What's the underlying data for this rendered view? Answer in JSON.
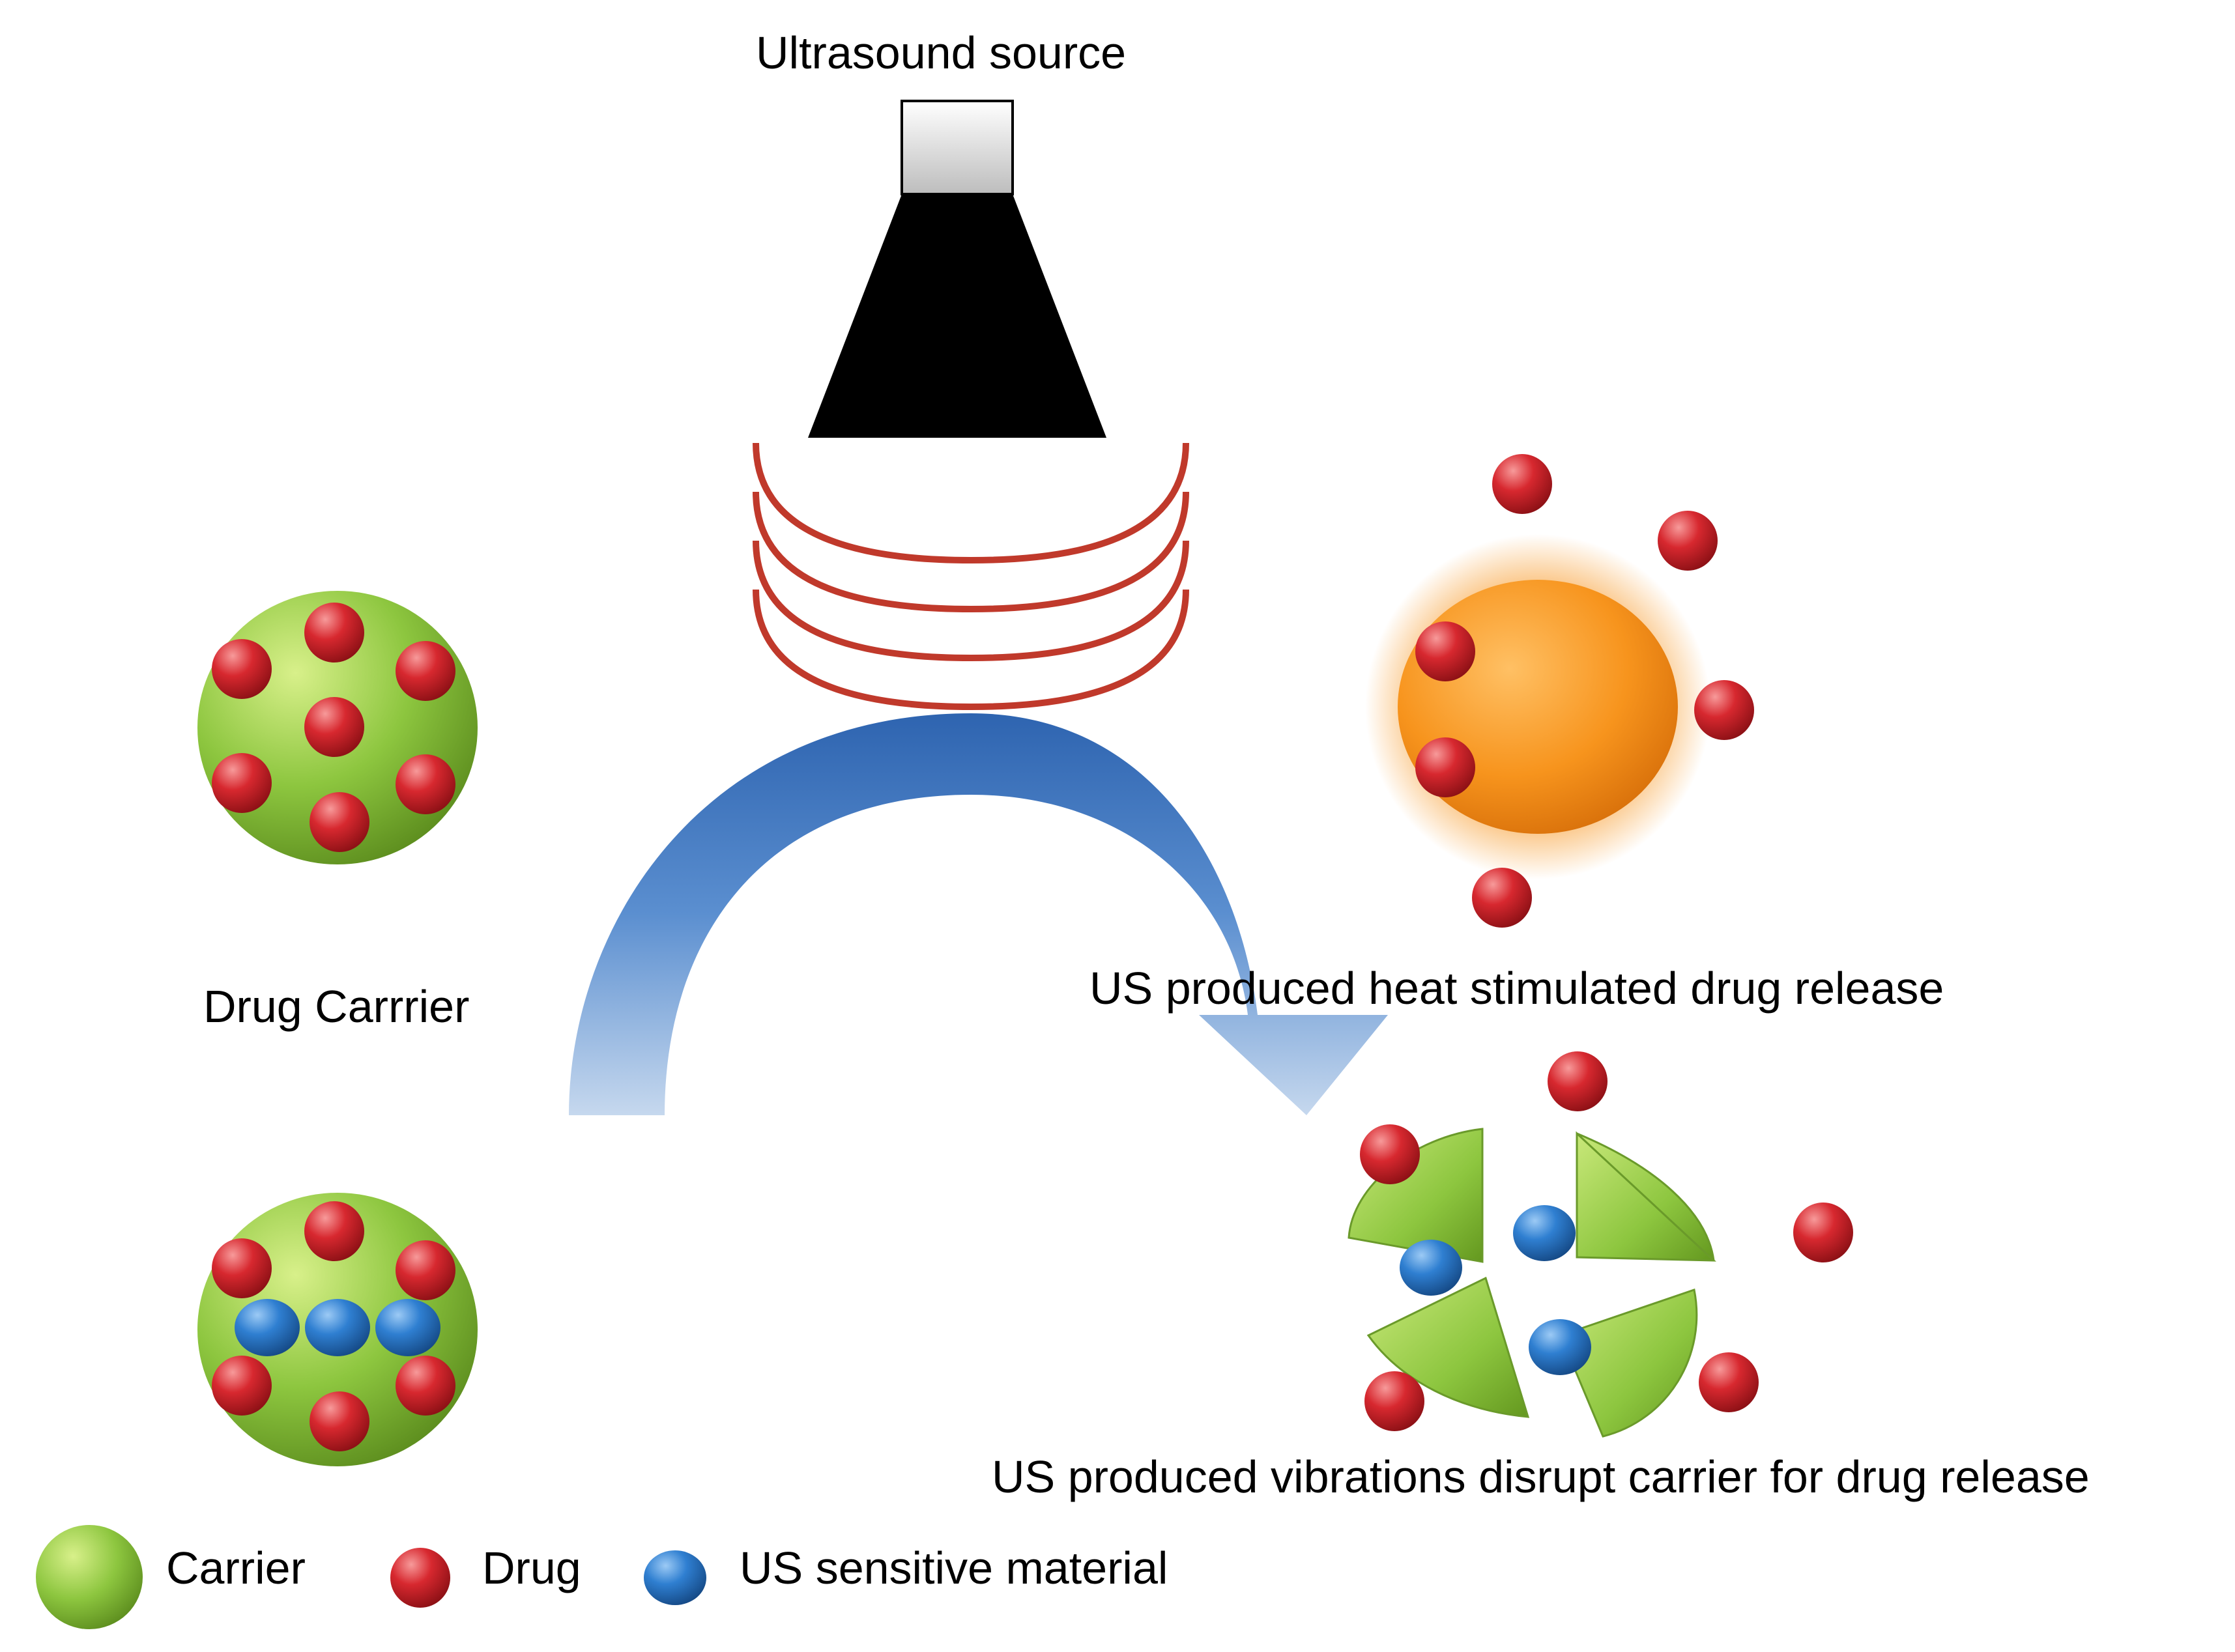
{
  "labels": {
    "source": "Ultrasound source",
    "carrier": "Drug Carrrier",
    "heat": "US produced heat stimulated drug release",
    "vibration": "US produced vibrations disrupt carrier for drug release"
  },
  "legend": [
    {
      "label": "Carrier",
      "symbol": "green-sphere"
    },
    {
      "label": "Drug",
      "symbol": "red-sphere"
    },
    {
      "label": "US sensitive material",
      "symbol": "blue-sphere"
    }
  ],
  "colors": {
    "carrier": "#8dc63f",
    "drug": "#d7282f",
    "us_sensitive": "#2f7fd1",
    "heated_carrier": "#f7941d",
    "wave": "#c0392b",
    "arrow": "#3a78c4",
    "transducer": "#000000",
    "source_box": "#d9d9d9"
  }
}
